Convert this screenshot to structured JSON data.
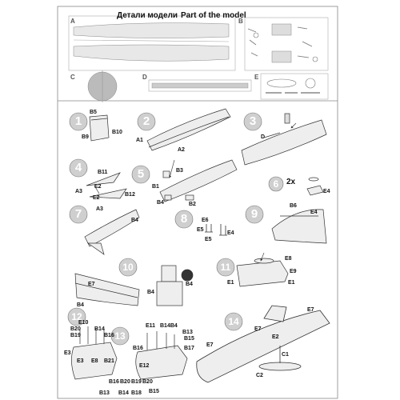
{
  "header": {
    "title_ru": "Детали модели",
    "title_en": "Part of the model"
  },
  "sprues": [
    "A",
    "B",
    "C",
    "D",
    "E"
  ],
  "steps": [
    "1",
    "2",
    "3",
    "4",
    "5",
    "6",
    "7",
    "8",
    "9",
    "10",
    "11",
    "12",
    "13",
    "14"
  ],
  "callouts": {
    "qty": "2x"
  },
  "part_labels": {
    "s1_b5": "B5",
    "s1_b9": "B9",
    "s1_b10": "B10",
    "s2_a1": "A1",
    "s2_a2": "A2",
    "s3_d": "D",
    "s4_b11": "B11",
    "s4_a3": "A3",
    "s4_e2": "E2",
    "s4_b12": "B12",
    "s4_e2b": "E2",
    "s5_b1": "B1",
    "s5_b3": "B3",
    "s5_b4": "B4",
    "s5_b2": "B2",
    "s6_e4": "E4",
    "s7_a3": "A3",
    "s7_b4": "B4",
    "s8_e6": "E6",
    "s8_e5a": "E5",
    "s8_e5b": "E5",
    "s8_e4": "E4",
    "s9_b6": "B6",
    "s9_e4": "E4",
    "s10_e7": "E7",
    "s10_b4": "B4",
    "s10_b4b": "B4",
    "s10_b4c": "B4",
    "s11_e8": "E8",
    "s11_e9": "E9",
    "s11_e1": "E1",
    "s11_e1b": "E1",
    "s12_e10": "E10",
    "s12_b20": "B20",
    "s12_b19": "B19",
    "s12_b14": "B14",
    "s12_b16": "B16",
    "s12_e3": "E3",
    "s12_e8": "E8",
    "s12_b21": "B21",
    "s12_e3b": "E3",
    "s13_e11": "E11",
    "s13_b14b4": "B14B4",
    "s13_b13": "B13",
    "s13_b16": "B16",
    "s13_b15": "B15",
    "s13_e12": "E12",
    "s13_b17": "B17",
    "s14_e7": "E7",
    "s14_e7b": "E7",
    "s14_e7c": "E7",
    "s14_e2": "E2",
    "s14_c1": "C1",
    "s14_c2": "C2",
    "bot_b16": "B16",
    "bot_b20": "B20",
    "bot_b19": "B19",
    "bot_b20b": "B20",
    "bot_b15": "B15",
    "bot_b13": "B13",
    "bot_b14": "B14",
    "bot_b18": "B18"
  }
}
